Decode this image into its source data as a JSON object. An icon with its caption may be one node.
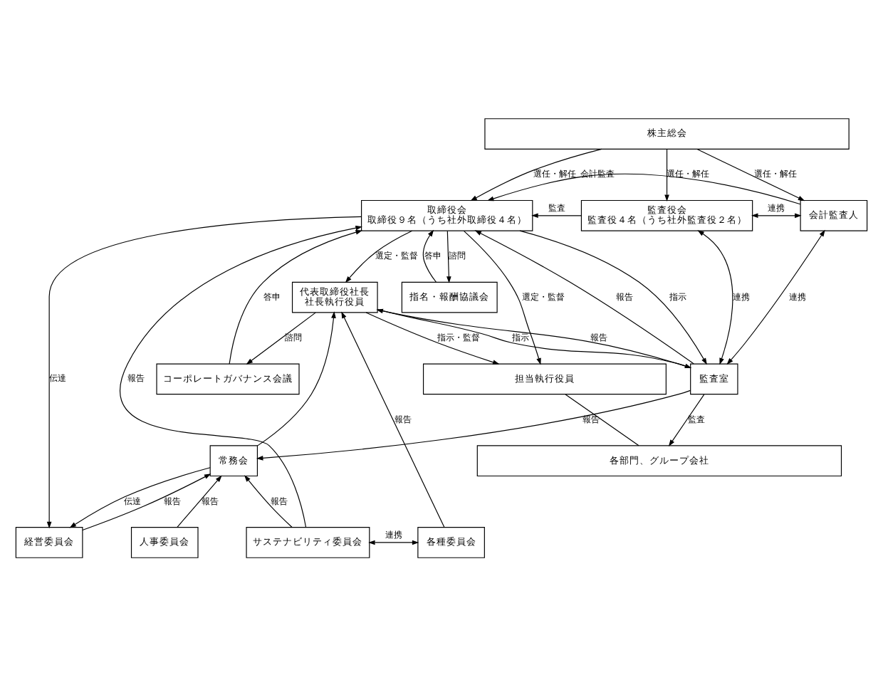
{
  "diagram": {
    "nodes": [
      {
        "text": [
          "株主総会"
        ]
      },
      {
        "text": [
          "取締役会",
          "取締役９名（うち社外取締役４名）"
        ]
      },
      {
        "text": [
          "監査役会",
          "監査役４名（うち社外監査役２名）"
        ]
      },
      {
        "text": [
          "会計監査人"
        ]
      },
      {
        "text": [
          "指名・報酬協議会"
        ]
      },
      {
        "text": [
          "コーポレートガバナンス会議"
        ]
      },
      {
        "text": [
          "代表取締役社長",
          "社長執行役員"
        ]
      },
      {
        "text": [
          "常務会"
        ]
      },
      {
        "text": [
          "経営委員会"
        ]
      },
      {
        "text": [
          "人事委員会"
        ]
      },
      {
        "text": [
          "サステナビリティ委員会"
        ]
      },
      {
        "text": [
          "各種委員会"
        ]
      },
      {
        "text": [
          "監査室"
        ]
      },
      {
        "text": [
          "担当執行役員"
        ]
      },
      {
        "text": [
          "各部門、グループ会社"
        ]
      }
    ],
    "edges": [
      {
        "from": 0,
        "to": 1,
        "arrow": "to",
        "label": "選任・解任"
      },
      {
        "from": 0,
        "to": 2,
        "arrow": "to",
        "label": "選任・解任"
      },
      {
        "from": 0,
        "to": 3,
        "arrow": "to",
        "label": "選任・解任"
      },
      {
        "from": 5,
        "to": 1,
        "arrow": "to",
        "label": "答申"
      },
      {
        "from": 4,
        "to": 1,
        "arrow": "to",
        "label": "答申"
      },
      {
        "from": 1,
        "to": 4,
        "arrow": "to",
        "label": "諮問"
      },
      {
        "from": 1,
        "to": 6,
        "arrow": "to",
        "label": "選定・監督"
      },
      {
        "from": 6,
        "to": 5,
        "arrow": "to",
        "label": "諮問"
      },
      {
        "from": 2,
        "to": 1,
        "arrow": "to",
        "label": "監査"
      },
      {
        "from": 3,
        "to": 1,
        "arrow": "to",
        "label": "会計監査"
      },
      {
        "from": 2,
        "to": 3,
        "arrow": "both",
        "label": "連携"
      },
      {
        "from": 12,
        "to": 2,
        "arrow": "both",
        "label": "連携"
      },
      {
        "from": 12,
        "to": 3,
        "arrow": "both",
        "label": "連携"
      },
      {
        "from": 1,
        "to": 8,
        "arrow": "to",
        "label": "伝達"
      },
      {
        "from": 10,
        "to": 1,
        "arrow": "to",
        "label": "報告"
      },
      {
        "from": 7,
        "to": 8,
        "arrow": "to",
        "label": "伝達"
      },
      {
        "from": 8,
        "to": 7,
        "arrow": "to",
        "label": "報告"
      },
      {
        "from": 9,
        "to": 7,
        "arrow": "to",
        "label": "報告"
      },
      {
        "from": 10,
        "to": 7,
        "arrow": "to",
        "label": "報告"
      },
      {
        "from": 10,
        "to": 11,
        "arrow": "both",
        "label": "連携"
      },
      {
        "from": 11,
        "to": 6,
        "arrow": "to",
        "label": "報告"
      },
      {
        "from": 7,
        "to": 6,
        "arrow": "to"
      },
      {
        "from": 12,
        "to": 1,
        "arrow": "to",
        "label": "報告"
      },
      {
        "from": 1,
        "to": 12,
        "arrow": "to",
        "label": "指示"
      },
      {
        "from": 12,
        "to": 7,
        "arrow": "to",
        "label": "報告"
      },
      {
        "from": 12,
        "to": 6,
        "arrow": "to",
        "label": "報告"
      },
      {
        "from": 6,
        "to": 12,
        "arrow": "to",
        "label": "指示"
      },
      {
        "from": 1,
        "to": 13,
        "arrow": "to",
        "label": "選定・監督"
      },
      {
        "from": 6,
        "to": 13,
        "arrow": "to",
        "label": "指示・監督"
      },
      {
        "from": 12,
        "to": 14,
        "arrow": "to",
        "label": "監査"
      },
      {
        "from": 13,
        "to": 14,
        "arrow": "none"
      }
    ]
  }
}
